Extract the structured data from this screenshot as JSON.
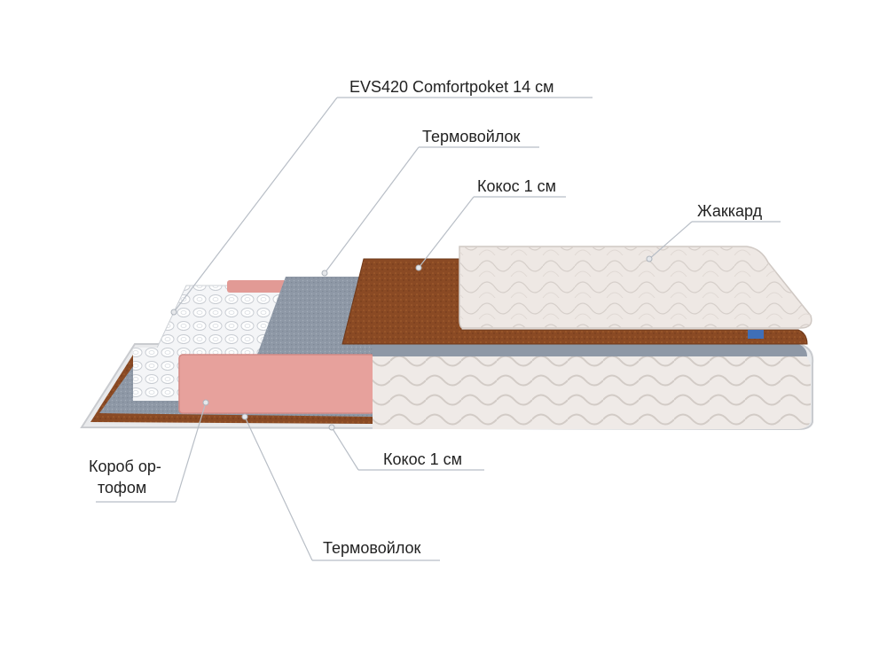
{
  "labels": {
    "springs": "EVS420 Comfortpoket 14 см",
    "felt_top": "Термовойлок",
    "coco_top": "Кокос 1 см",
    "jacquard": "Жаккард",
    "box_line1": "Короб ор-",
    "box_line2": "тофом",
    "coco_bottom": "Кокос 1 см",
    "felt_bottom": "Термовойлок"
  },
  "colors": {
    "felt": "#8E98A6",
    "coconut": "#8A4A24",
    "foam": "#E7A19C",
    "jacquard": "#EEE8E4",
    "leader": "#B8BEC6"
  }
}
